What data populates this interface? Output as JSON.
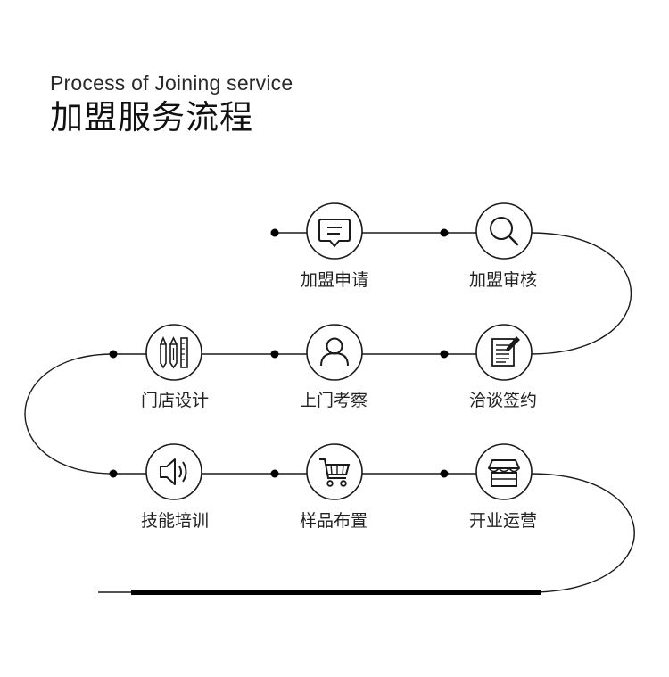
{
  "header": {
    "subtitle": "Process of Joining service",
    "title": "加盟服务流程"
  },
  "colors": {
    "line": "#1a1a1a",
    "accent": "#000000",
    "text": "#222222",
    "background": "#ffffff"
  },
  "steps": [
    {
      "label": "加盟申请",
      "icon": "message-icon"
    },
    {
      "label": "加盟审核",
      "icon": "search-icon"
    },
    {
      "label": "洽谈签约",
      "icon": "document-sign-icon"
    },
    {
      "label": "上门考察",
      "icon": "user-icon"
    },
    {
      "label": "门店设计",
      "icon": "design-tools-icon"
    },
    {
      "label": "技能培训",
      "icon": "speaker-icon"
    },
    {
      "label": "样品布置",
      "icon": "cart-icon"
    },
    {
      "label": "开业运营",
      "icon": "store-icon"
    }
  ]
}
